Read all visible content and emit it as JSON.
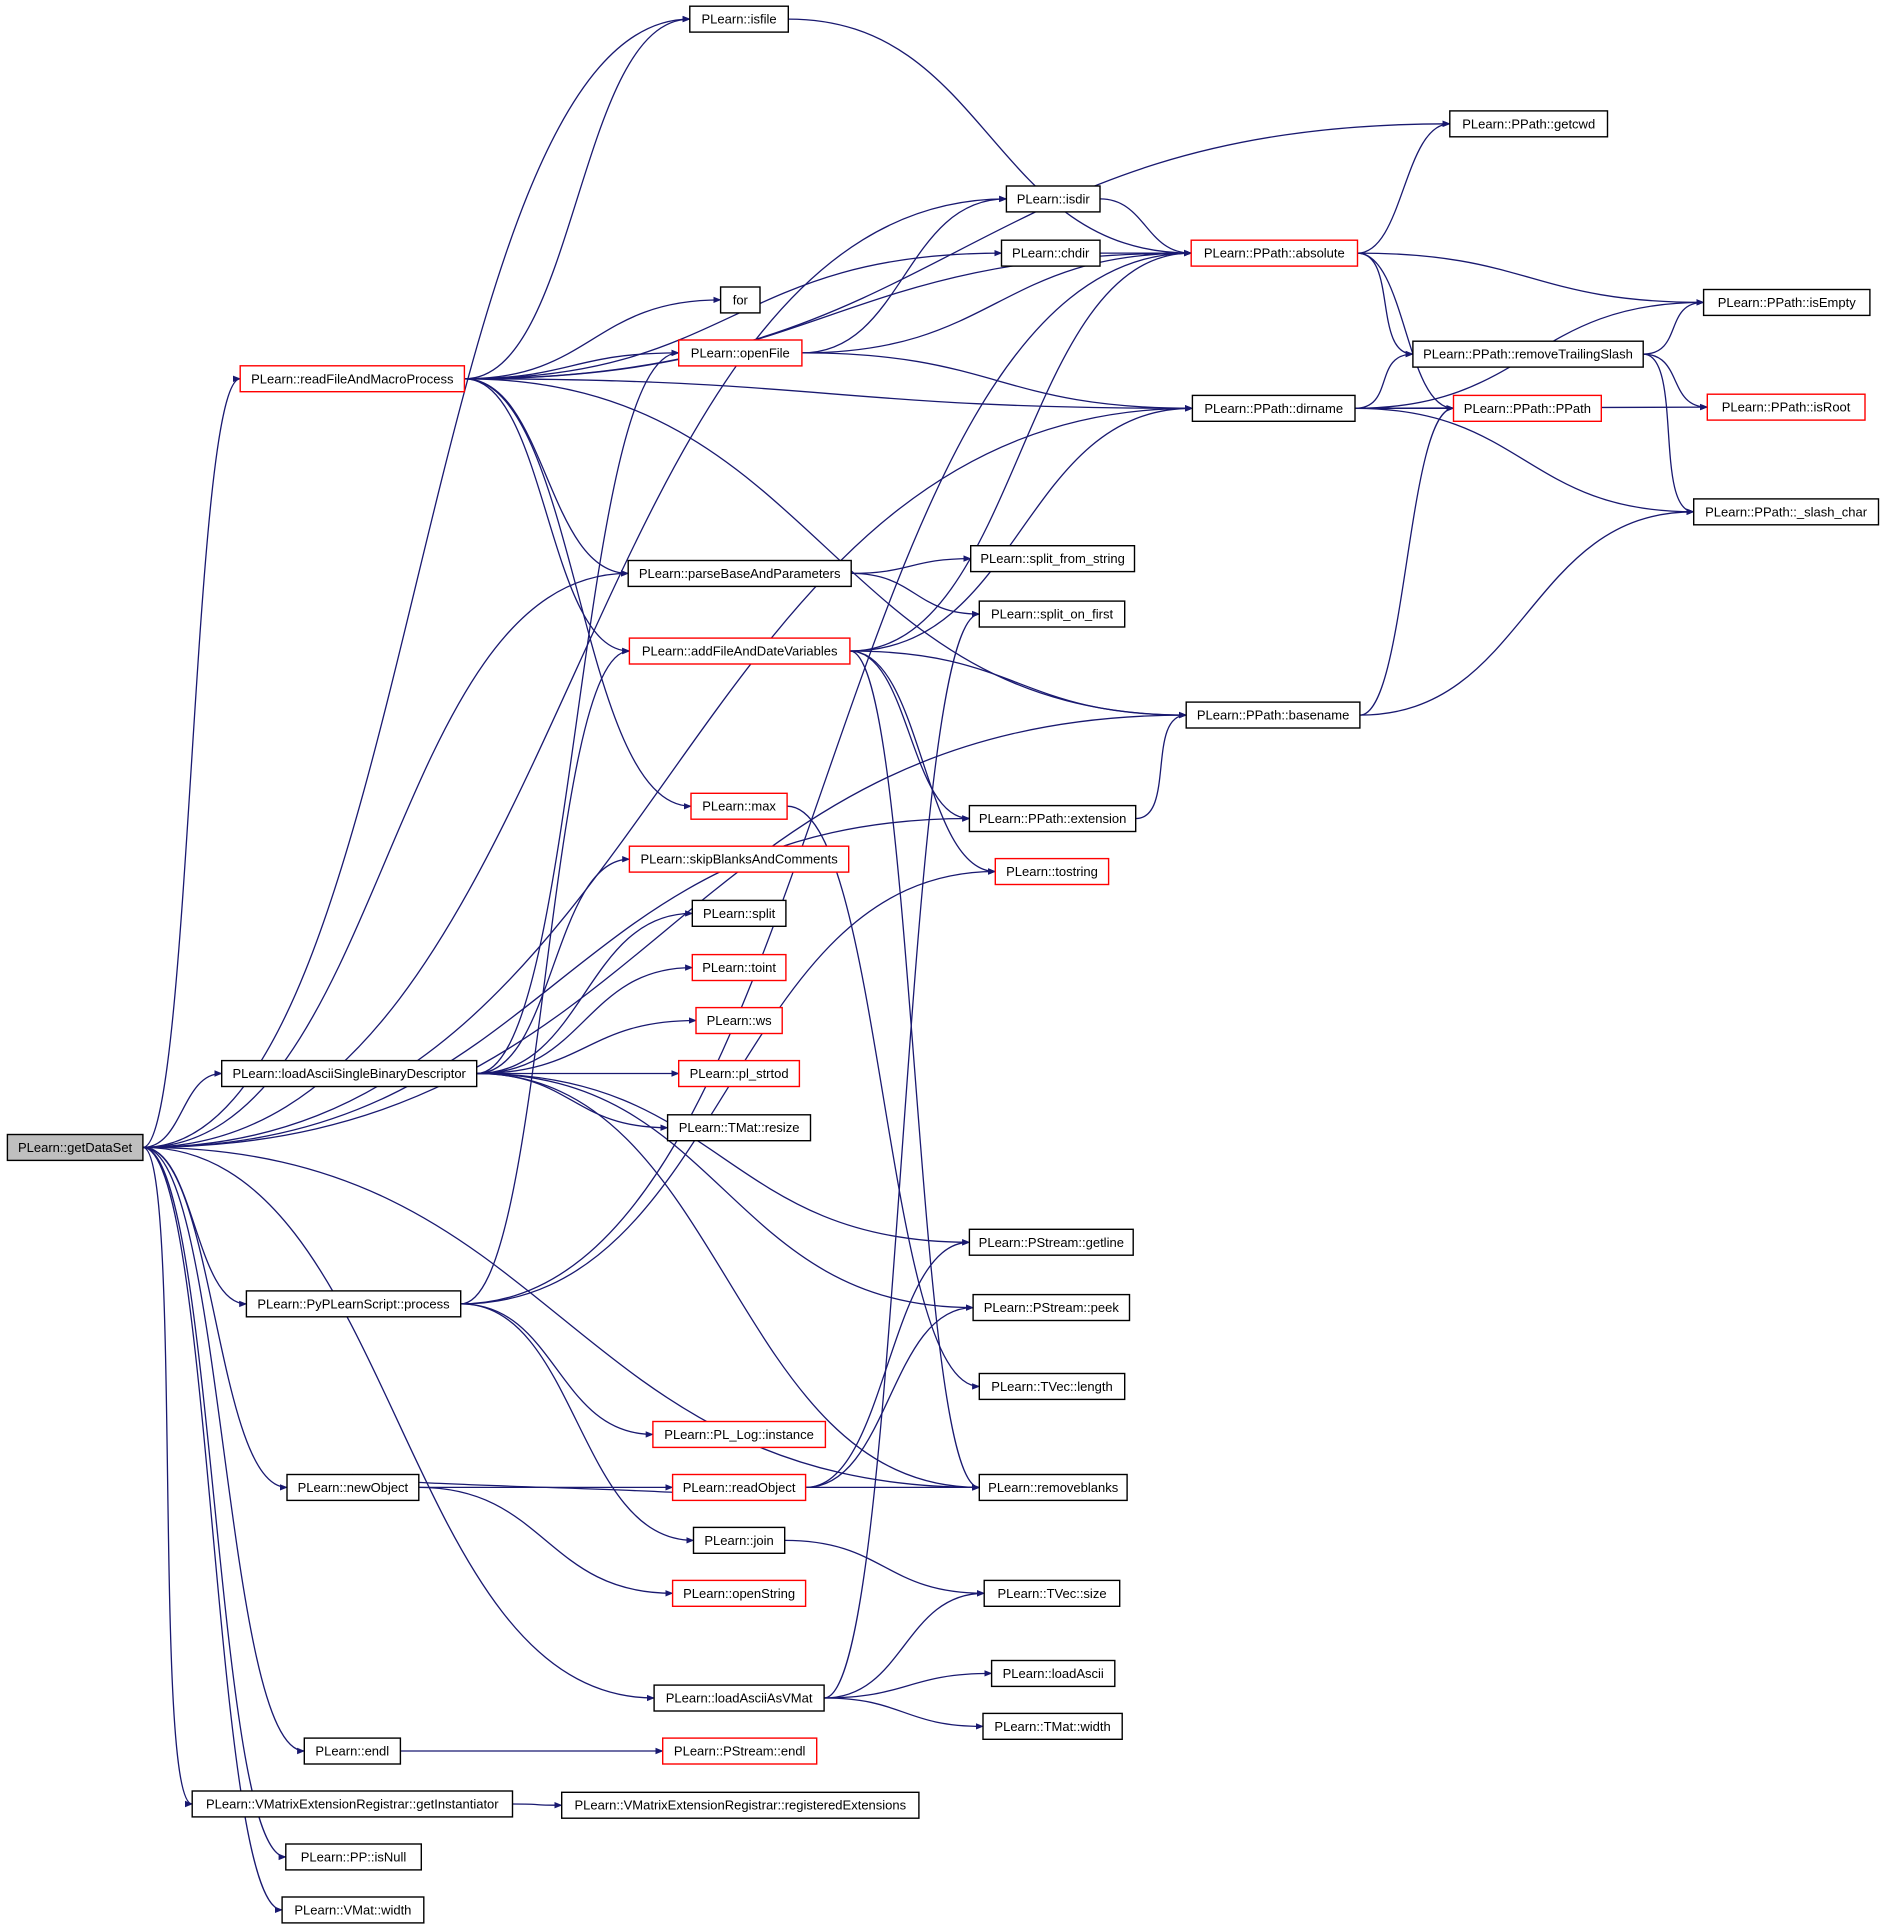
{
  "colors": {
    "edge": "#191970",
    "complete": "#000000",
    "truncated": "#ff0000",
    "root_fill": "#bfbfbf",
    "node_fill": "#ffffff"
  },
  "nodes": [
    {
      "id": "getDataSet",
      "label": "PLearn::getDataSet",
      "kind": "root"
    },
    {
      "id": "isfile",
      "label": "PLearn::isfile",
      "kind": "complete"
    },
    {
      "id": "getcwd",
      "label": "PLearn::PPath::getcwd",
      "kind": "complete"
    },
    {
      "id": "isdir",
      "label": "PLearn::isdir",
      "kind": "complete"
    },
    {
      "id": "chdir",
      "label": "PLearn::chdir",
      "kind": "complete"
    },
    {
      "id": "absolute",
      "label": "PLearn::PPath::absolute",
      "kind": "truncated"
    },
    {
      "id": "for",
      "label": "for",
      "kind": "complete"
    },
    {
      "id": "isEmpty",
      "label": "PLearn::PPath::isEmpty",
      "kind": "complete"
    },
    {
      "id": "openFile",
      "label": "PLearn::openFile",
      "kind": "truncated"
    },
    {
      "id": "removeTrailingSlash",
      "label": "PLearn::PPath::removeTrailingSlash",
      "kind": "complete"
    },
    {
      "id": "readFileAndMacroProcess",
      "label": "PLearn::readFileAndMacroProcess",
      "kind": "truncated"
    },
    {
      "id": "dirname",
      "label": "PLearn::PPath::dirname",
      "kind": "complete"
    },
    {
      "id": "PPath",
      "label": "PLearn::PPath::PPath",
      "kind": "truncated"
    },
    {
      "id": "isRoot",
      "label": "PLearn::PPath::isRoot",
      "kind": "truncated"
    },
    {
      "id": "slash_char",
      "label": "PLearn::PPath::_slash_char",
      "kind": "complete"
    },
    {
      "id": "split_from_string",
      "label": "PLearn::split_from_string",
      "kind": "complete"
    },
    {
      "id": "parseBaseAndParameters",
      "label": "PLearn::parseBaseAndParameters",
      "kind": "complete"
    },
    {
      "id": "split_on_first",
      "label": "PLearn::split_on_first",
      "kind": "complete"
    },
    {
      "id": "addFileAndDateVariables",
      "label": "PLearn::addFileAndDateVariables",
      "kind": "truncated"
    },
    {
      "id": "basename",
      "label": "PLearn::PPath::basename",
      "kind": "complete"
    },
    {
      "id": "max",
      "label": "PLearn::max",
      "kind": "truncated"
    },
    {
      "id": "extension",
      "label": "PLearn::PPath::extension",
      "kind": "complete"
    },
    {
      "id": "skipBlanksAndComments",
      "label": "PLearn::skipBlanksAndComments",
      "kind": "truncated"
    },
    {
      "id": "tostring",
      "label": "PLearn::tostring",
      "kind": "truncated"
    },
    {
      "id": "split",
      "label": "PLearn::split",
      "kind": "complete"
    },
    {
      "id": "toint",
      "label": "PLearn::toint",
      "kind": "truncated"
    },
    {
      "id": "ws",
      "label": "PLearn::ws",
      "kind": "truncated"
    },
    {
      "id": "loadAsciiSingleBinaryDescriptor",
      "label": "PLearn::loadAsciiSingleBinaryDescriptor",
      "kind": "complete"
    },
    {
      "id": "pl_strtod",
      "label": "PLearn::pl_strtod",
      "kind": "truncated"
    },
    {
      "id": "TMat_resize",
      "label": "PLearn::TMat::resize",
      "kind": "complete"
    },
    {
      "id": "getline",
      "label": "PLearn::PStream::getline",
      "kind": "complete"
    },
    {
      "id": "process",
      "label": "PLearn::PyPLearnScript::process",
      "kind": "complete"
    },
    {
      "id": "peek",
      "label": "PLearn::PStream::peek",
      "kind": "complete"
    },
    {
      "id": "TVec_length",
      "label": "PLearn::TVec::length",
      "kind": "complete"
    },
    {
      "id": "PL_Log_instance",
      "label": "PLearn::PL_Log::instance",
      "kind": "truncated"
    },
    {
      "id": "newObject",
      "label": "PLearn::newObject",
      "kind": "complete"
    },
    {
      "id": "readObject",
      "label": "PLearn::readObject",
      "kind": "truncated"
    },
    {
      "id": "removeblanks",
      "label": "PLearn::removeblanks",
      "kind": "complete"
    },
    {
      "id": "join",
      "label": "PLearn::join",
      "kind": "complete"
    },
    {
      "id": "openString",
      "label": "PLearn::openString",
      "kind": "truncated"
    },
    {
      "id": "TVec_size",
      "label": "PLearn::TVec::size",
      "kind": "complete"
    },
    {
      "id": "loadAscii",
      "label": "PLearn::loadAscii",
      "kind": "complete"
    },
    {
      "id": "loadAsciiAsVMat",
      "label": "PLearn::loadAsciiAsVMat",
      "kind": "complete"
    },
    {
      "id": "TMat_width",
      "label": "PLearn::TMat::width",
      "kind": "complete"
    },
    {
      "id": "endl",
      "label": "PLearn::endl",
      "kind": "complete"
    },
    {
      "id": "PStream_endl",
      "label": "PLearn::PStream::endl",
      "kind": "truncated"
    },
    {
      "id": "getInstantiator",
      "label": "PLearn::VMatrixExtensionRegistrar::getInstantiator",
      "kind": "complete"
    },
    {
      "id": "registeredExtensions",
      "label": "PLearn::VMatrixExtensionRegistrar::registeredExtensions",
      "kind": "complete"
    },
    {
      "id": "isNull",
      "label": "PLearn::PP::isNull",
      "kind": "complete"
    },
    {
      "id": "VMat_width",
      "label": "PLearn::VMat::width",
      "kind": "complete"
    }
  ],
  "edges": [
    [
      "getDataSet",
      "isfile"
    ],
    [
      "getDataSet",
      "isdir"
    ],
    [
      "getDataSet",
      "readFileAndMacroProcess"
    ],
    [
      "getDataSet",
      "dirname"
    ],
    [
      "getDataSet",
      "parseBaseAndParameters"
    ],
    [
      "getDataSet",
      "extension"
    ],
    [
      "getDataSet",
      "basename"
    ],
    [
      "getDataSet",
      "loadAsciiSingleBinaryDescriptor"
    ],
    [
      "getDataSet",
      "process"
    ],
    [
      "getDataSet",
      "newObject"
    ],
    [
      "getDataSet",
      "removeblanks"
    ],
    [
      "getDataSet",
      "loadAsciiAsVMat"
    ],
    [
      "getDataSet",
      "endl"
    ],
    [
      "getDataSet",
      "getInstantiator"
    ],
    [
      "getDataSet",
      "isNull"
    ],
    [
      "getDataSet",
      "VMat_width"
    ],
    [
      "readFileAndMacroProcess",
      "isfile"
    ],
    [
      "readFileAndMacroProcess",
      "getcwd"
    ],
    [
      "readFileAndMacroProcess",
      "absolute"
    ],
    [
      "readFileAndMacroProcess",
      "chdir"
    ],
    [
      "readFileAndMacroProcess",
      "for"
    ],
    [
      "readFileAndMacroProcess",
      "openFile"
    ],
    [
      "readFileAndMacroProcess",
      "dirname"
    ],
    [
      "readFileAndMacroProcess",
      "basename"
    ],
    [
      "readFileAndMacroProcess",
      "parseBaseAndParameters"
    ],
    [
      "readFileAndMacroProcess",
      "addFileAndDateVariables"
    ],
    [
      "readFileAndMacroProcess",
      "max"
    ],
    [
      "isfile",
      "absolute"
    ],
    [
      "isdir",
      "absolute"
    ],
    [
      "chdir",
      "absolute"
    ],
    [
      "openFile",
      "isdir"
    ],
    [
      "openFile",
      "absolute"
    ],
    [
      "openFile",
      "dirname"
    ],
    [
      "absolute",
      "getcwd"
    ],
    [
      "absolute",
      "isEmpty"
    ],
    [
      "absolute",
      "removeTrailingSlash"
    ],
    [
      "absolute",
      "PPath"
    ],
    [
      "removeTrailingSlash",
      "isEmpty"
    ],
    [
      "removeTrailingSlash",
      "isRoot"
    ],
    [
      "removeTrailingSlash",
      "slash_char"
    ],
    [
      "dirname",
      "isEmpty"
    ],
    [
      "dirname",
      "removeTrailingSlash"
    ],
    [
      "dirname",
      "PPath"
    ],
    [
      "dirname",
      "isRoot"
    ],
    [
      "dirname",
      "slash_char"
    ],
    [
      "parseBaseAndParameters",
      "split_from_string"
    ],
    [
      "parseBaseAndParameters",
      "split_on_first"
    ],
    [
      "addFileAndDateVariables",
      "absolute"
    ],
    [
      "addFileAndDateVariables",
      "dirname"
    ],
    [
      "addFileAndDateVariables",
      "basename"
    ],
    [
      "addFileAndDateVariables",
      "extension"
    ],
    [
      "addFileAndDateVariables",
      "tostring"
    ],
    [
      "addFileAndDateVariables",
      "removeblanks"
    ],
    [
      "basename",
      "PPath"
    ],
    [
      "basename",
      "slash_char"
    ],
    [
      "extension",
      "basename"
    ],
    [
      "max",
      "TVec_length"
    ],
    [
      "loadAsciiSingleBinaryDescriptor",
      "openFile"
    ],
    [
      "loadAsciiSingleBinaryDescriptor",
      "skipBlanksAndComments"
    ],
    [
      "loadAsciiSingleBinaryDescriptor",
      "split"
    ],
    [
      "loadAsciiSingleBinaryDescriptor",
      "toint"
    ],
    [
      "loadAsciiSingleBinaryDescriptor",
      "ws"
    ],
    [
      "loadAsciiSingleBinaryDescriptor",
      "pl_strtod"
    ],
    [
      "loadAsciiSingleBinaryDescriptor",
      "TMat_resize"
    ],
    [
      "loadAsciiSingleBinaryDescriptor",
      "getline"
    ],
    [
      "loadAsciiSingleBinaryDescriptor",
      "peek"
    ],
    [
      "loadAsciiSingleBinaryDescriptor",
      "removeblanks"
    ],
    [
      "process",
      "addFileAndDateVariables"
    ],
    [
      "process",
      "absolute"
    ],
    [
      "process",
      "tostring"
    ],
    [
      "process",
      "PL_Log_instance"
    ],
    [
      "process",
      "join"
    ],
    [
      "newObject",
      "readObject"
    ],
    [
      "newObject",
      "openString"
    ],
    [
      "readObject",
      "newObject"
    ],
    [
      "readObject",
      "getline"
    ],
    [
      "readObject",
      "peek"
    ],
    [
      "readObject",
      "removeblanks"
    ],
    [
      "join",
      "TVec_size"
    ],
    [
      "loadAsciiAsVMat",
      "split_on_first"
    ],
    [
      "loadAsciiAsVMat",
      "TVec_size"
    ],
    [
      "loadAsciiAsVMat",
      "loadAscii"
    ],
    [
      "loadAsciiAsVMat",
      "TMat_width"
    ],
    [
      "endl",
      "PStream_endl"
    ],
    [
      "getInstantiator",
      "registeredExtensions"
    ]
  ]
}
